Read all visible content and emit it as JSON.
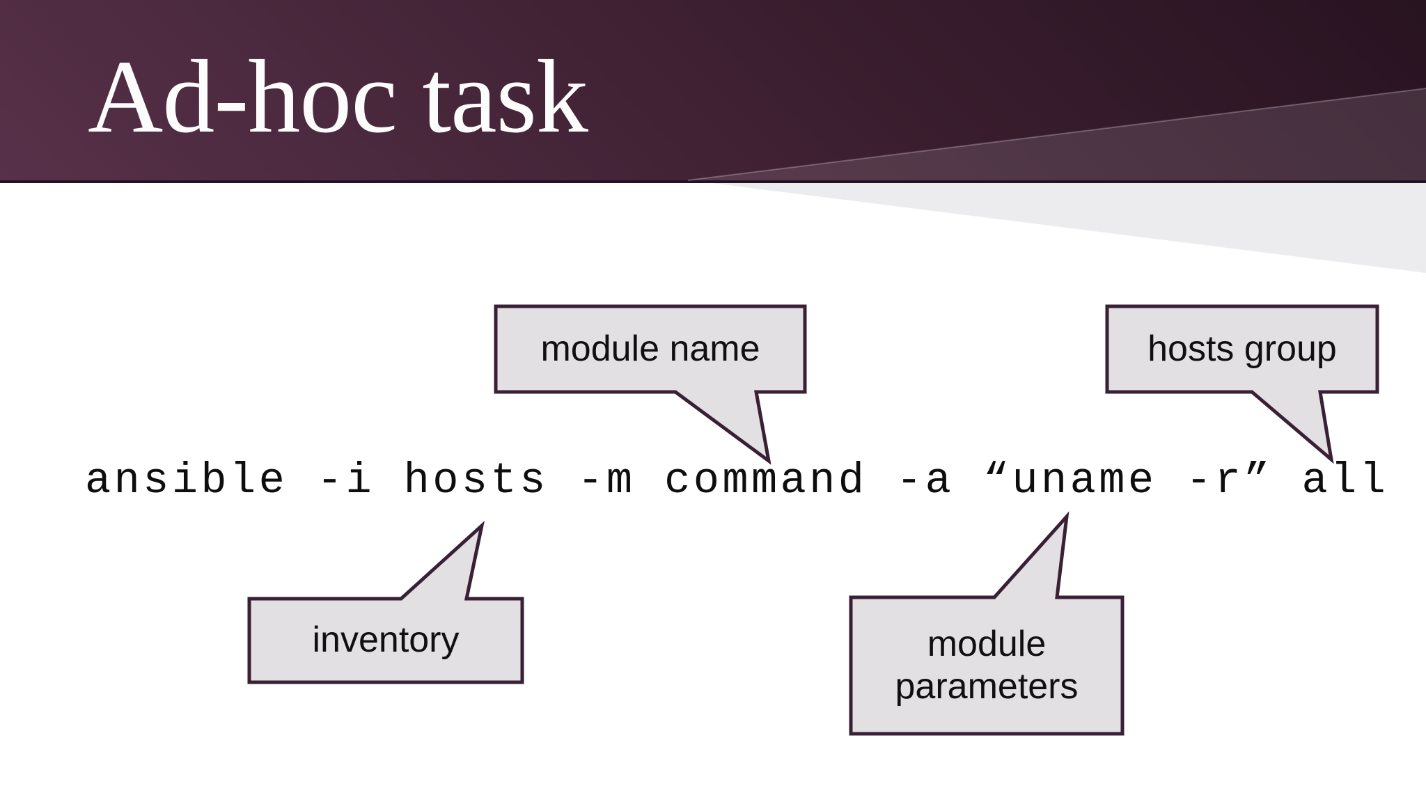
{
  "slide": {
    "title": "Ad-hoc task",
    "command": "ansible -i hosts -m command -a “uname -r” all",
    "callouts": [
      {
        "id": "module-name",
        "label": "module name",
        "points_to": "command"
      },
      {
        "id": "hosts-group",
        "label": "hosts group",
        "points_to": "all"
      },
      {
        "id": "inventory",
        "label": "inventory",
        "points_to": "hosts"
      },
      {
        "id": "module-parameters",
        "label": "module parameters",
        "points_to": "uname -r"
      }
    ],
    "colors": {
      "header_dark": "#281321",
      "header_mid": "#3c1f30",
      "header_light": "#573149",
      "header_bottom_line": "#231126",
      "body_wedge_gray": "#ecebee",
      "callout_fill": "#e2e0e2",
      "callout_border": "#392035",
      "title_color": "#fdfcfd",
      "command_color": "#0e0e0e"
    }
  }
}
